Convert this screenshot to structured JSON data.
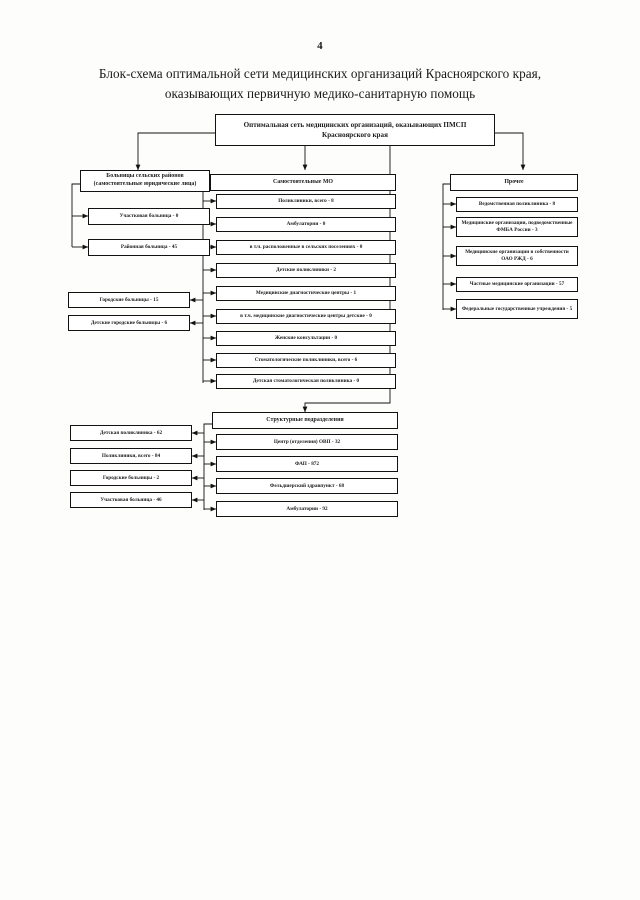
{
  "page": {
    "number": "4",
    "title_line1": "Блок-схема оптимальной сети медицинских организаций Красноярского края,",
    "title_line2": "оказывающих первичную медико-санитарную помощь"
  },
  "diagram": {
    "type": "block-diagram",
    "root": {
      "line1": "Оптимальная сеть медицинских организаций, оказывающих ПМСП",
      "line2": "Красноярского края"
    },
    "branch_rural": {
      "head_line1": "Больницы сельских районов",
      "head_line2": "(самостоятельные юридические лица)",
      "items": [
        {
          "label": "Участковая больница - 0",
          "name": "Участковая больница",
          "value": 0
        },
        {
          "label": "Районная больница - 45",
          "name": "Районная больница",
          "value": 45
        }
      ]
    },
    "branch_city": {
      "items": [
        {
          "label": "Городские больницы - 15",
          "name": "Городские больницы",
          "value": 15
        },
        {
          "label": "Детские городские больницы - 6",
          "name": "Детские городские больницы",
          "value": 6
        }
      ]
    },
    "branch_independent": {
      "head": "Самостоятельные МО",
      "items": [
        {
          "label": "Поликлиники, всего - 8",
          "name": "Поликлиники, всего",
          "value": 8
        },
        {
          "label": "Амбулатории - 0",
          "name": "Амбулатории",
          "value": 0
        },
        {
          "label": "в т.ч. расположенные в сельских поселениях - 0",
          "name": "в т.ч. расположенные в сельских поселениях",
          "value": 0
        },
        {
          "label": "Детские поликлиники - 2",
          "name": "Детские поликлиники",
          "value": 2
        },
        {
          "label": "Медицинские диагностические центры - 1",
          "name": "Медицинские диагностические центры",
          "value": 1
        },
        {
          "label": "в т.ч. медицинские диагностические центры детские - 0",
          "name": "в т.ч. медицинские диагностические центры детские",
          "value": 0
        },
        {
          "label": "Женские консультации - 0",
          "name": "Женские консультации",
          "value": 0
        },
        {
          "label": "Стоматологические поликлиники, всего - 6",
          "name": "Стоматологические поликлиники, всего",
          "value": 6
        },
        {
          "label": "Детская стоматологическая поликлиника - 0",
          "name": "Детская стоматологическая поликлиника",
          "value": 0
        }
      ]
    },
    "branch_other": {
      "head": "Прочее",
      "items": [
        {
          "label": "Ведомственная поликлиника - 8",
          "name": "Ведомственная поликлиника",
          "value": 8
        },
        {
          "label": "Медицинские организации, подведомственные ФМБА России - 3",
          "name": "Медицинские организации, подведомственные ФМБА России",
          "value": 3
        },
        {
          "label": "Медицинские организации в собственности ОАО РЖД - 6",
          "name": "Медицинские организации в собственности ОАО РЖД",
          "value": 6
        },
        {
          "label": "Частные медицинские организации - 57",
          "name": "Частные медицинские организации",
          "value": 57
        },
        {
          "label": "Федеральные государственные учреждения - 5",
          "name": "Федеральные государственные учреждения",
          "value": 5
        }
      ]
    },
    "branch_structural": {
      "head": "Структурные подразделения",
      "items": [
        {
          "label": "Центр (отделения) ОВП - 32",
          "name": "Центр (отделения) ОВП",
          "value": 32
        },
        {
          "label": "ФАП - 872",
          "name": "ФАП",
          "value": 872
        },
        {
          "label": "Фельдшерский здравпункт - 68",
          "name": "Фельдшерский здравпункт",
          "value": 68
        },
        {
          "label": "Амбулатории - 92",
          "name": "Амбулатории",
          "value": 92
        }
      ],
      "left_items": [
        {
          "label": "Детская поликлиника - 62",
          "name": "Детская поликлиника",
          "value": 62
        },
        {
          "label": "Поликлиники, всего - 84",
          "name": "Поликлиники, всего",
          "value": 84
        },
        {
          "label": "Городские больницы - 2",
          "name": "Городские больницы",
          "value": 2
        },
        {
          "label": "Участковая больница - 46",
          "name": "Участковая больница",
          "value": 46
        }
      ]
    }
  }
}
